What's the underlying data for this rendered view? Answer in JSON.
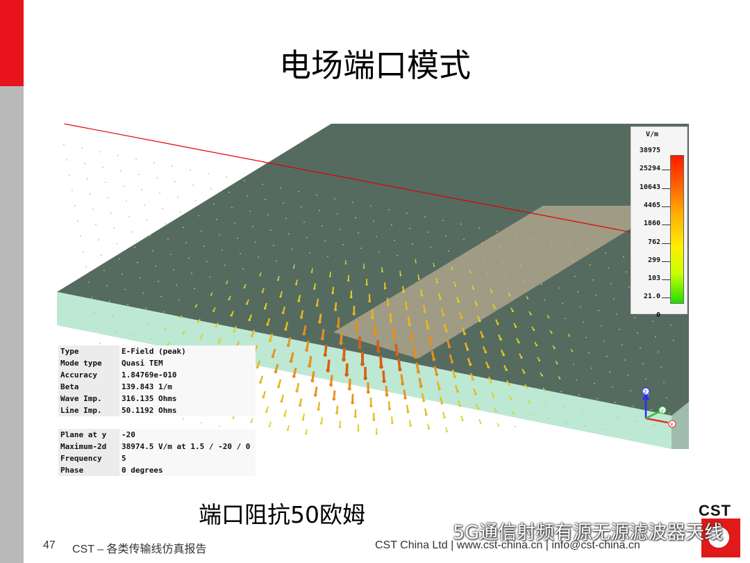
{
  "slide": {
    "title": "电场端口模式",
    "caption": "端口阻抗50欧姆",
    "page_number": "47",
    "footer_title": "CST – 各类传输线仿真报告",
    "footer_right": "CST China Ltd | www.cst-china.cn | info@cst-china.cn",
    "logo_text": "CST",
    "watermark": "5G通信射频有源无源滤波器天线"
  },
  "legend": {
    "unit": "V/m",
    "labels": [
      "38975",
      "25294",
      "10643",
      "4465",
      "1860",
      "762",
      "299",
      "103",
      "21.0",
      "0"
    ]
  },
  "info_top": [
    {
      "key": "Type",
      "value": "E-Field (peak)"
    },
    {
      "key": "Mode type",
      "value": "Quasi TEM"
    },
    {
      "key": "Accuracy",
      "value": "1.84769e-010"
    },
    {
      "key": "Beta",
      "value": "139.843 1/m"
    },
    {
      "key": "Wave Imp.",
      "value": "316.135 Ohms"
    },
    {
      "key": "Line Imp.",
      "value": "50.1192 Ohms"
    }
  ],
  "info_bottom": [
    {
      "key": "Plane at y",
      "value": "-20"
    },
    {
      "key": "Maximum-2d",
      "value": "38974.5 V/m at 1.5 / -20 / 0"
    },
    {
      "key": "Frequency",
      "value": "5"
    },
    {
      "key": "Phase",
      "value": "0 degrees"
    }
  ],
  "axes": {
    "z": "z",
    "y": "y",
    "x": "x"
  },
  "colors": {
    "accent_red": "#e8131b",
    "side_bar": "#b9b9b9",
    "ground": "#556b5f",
    "substrate": "#bde8d4",
    "strip": "#a8a08c"
  }
}
